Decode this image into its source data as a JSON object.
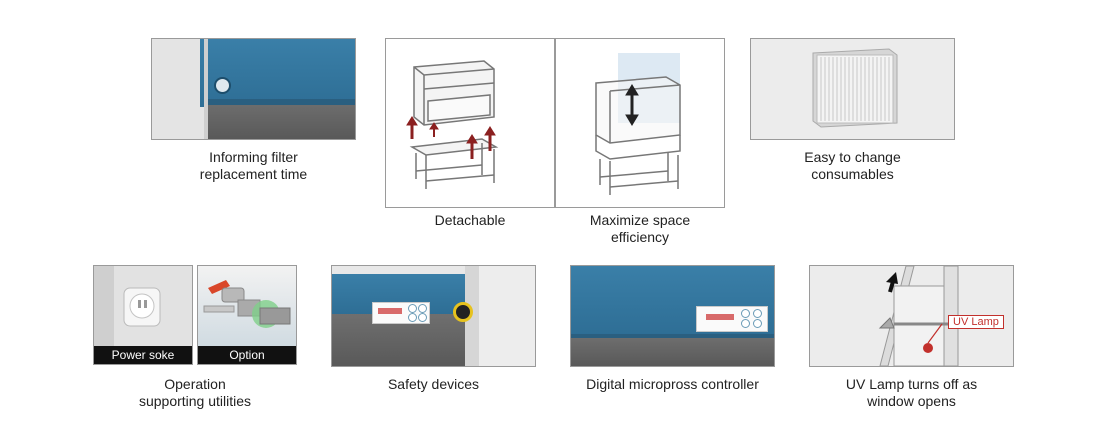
{
  "features": {
    "filter": {
      "line1": "Informing filter",
      "line2": "replacement time"
    },
    "detachable": {
      "line1": "Detachable"
    },
    "space": {
      "line1": "Maximize space",
      "line2": "efficiency"
    },
    "consumables": {
      "line1": "Easy to change",
      "line2": "consumables"
    },
    "utilities": {
      "line1": "Operation",
      "line2": "supporting utilities",
      "label_power": "Power soke",
      "label_option": "Option"
    },
    "safety": {
      "line1": "Safety devices"
    },
    "controller": {
      "line1": "Digital micropross controller"
    },
    "uv": {
      "line1": "UV Lamp turns off as",
      "line2": "window opens",
      "tag": "UV Lamp"
    }
  },
  "colors": {
    "cabinet_blue": "#3a7fa8",
    "panel_grey": "#666666",
    "arrow_red": "#8b2020",
    "uv_red": "#c2302c"
  }
}
